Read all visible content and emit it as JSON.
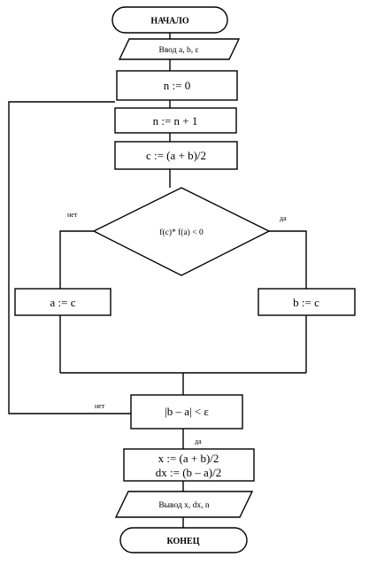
{
  "start": "НАЧАЛО",
  "input": "Ввод a, b, ε",
  "init": "n := 0",
  "increment": "n := n + 1",
  "midpoint": "c := (a + b)/2",
  "condition": "f(c)* f(a) < 0",
  "branch_no": "нет",
  "branch_yes": "да",
  "assign_a": "a := c",
  "assign_b": "b := c",
  "check": "|b – a| < ε",
  "check_no": "нет",
  "check_yes": "да",
  "result_x": "x := (a + b)/2",
  "result_dx": "dx := (b – a)/2",
  "output": "Вывод x, dx, n",
  "end": "КОНЕЦ"
}
